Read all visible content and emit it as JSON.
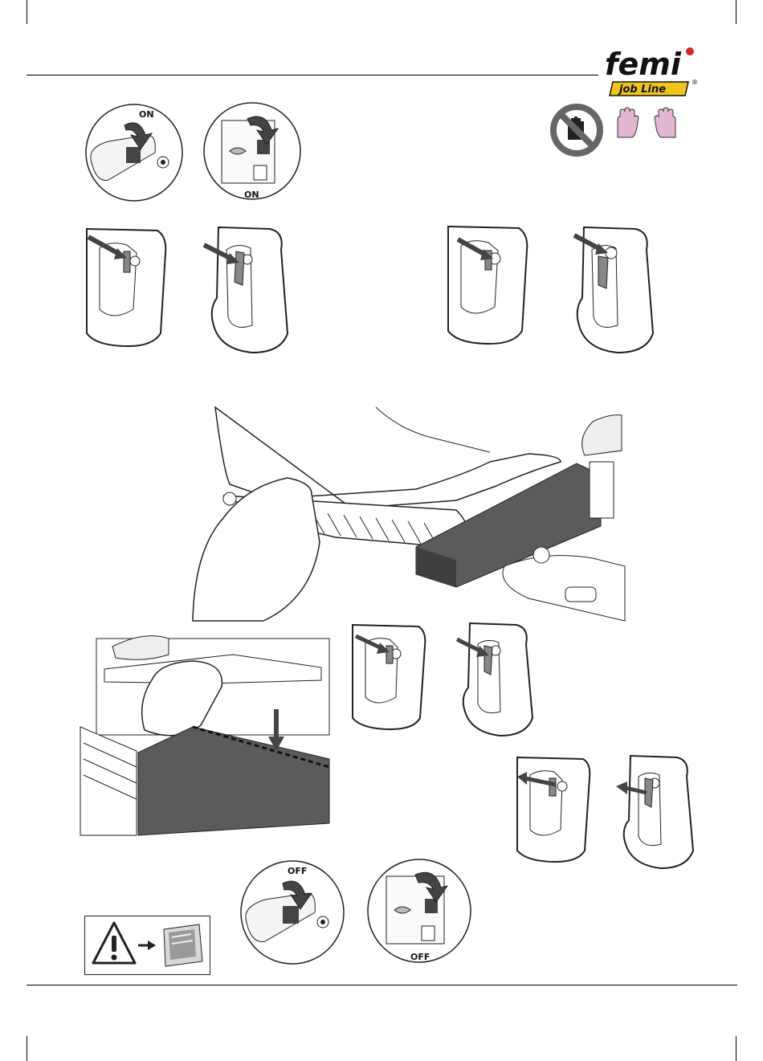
{
  "brand": {
    "name": "femi",
    "tagline": "job Line",
    "registered": "®",
    "accent_color": "#f0c419",
    "dot_color": "#d9262b"
  },
  "switch_labels": {
    "on": "ON",
    "off": "OFF"
  },
  "icons": {
    "no_gloves": "no-gloves-prohibition-icon",
    "bare_hands": "bare-hands-icon",
    "warning": "warning-triangle-icon",
    "manual": "manual-booklet-icon"
  },
  "colors": {
    "hand_pink": "#e3b6d4",
    "wood": "#5b5b5b",
    "arrow": "#444444",
    "prohibit": "#666666"
  }
}
